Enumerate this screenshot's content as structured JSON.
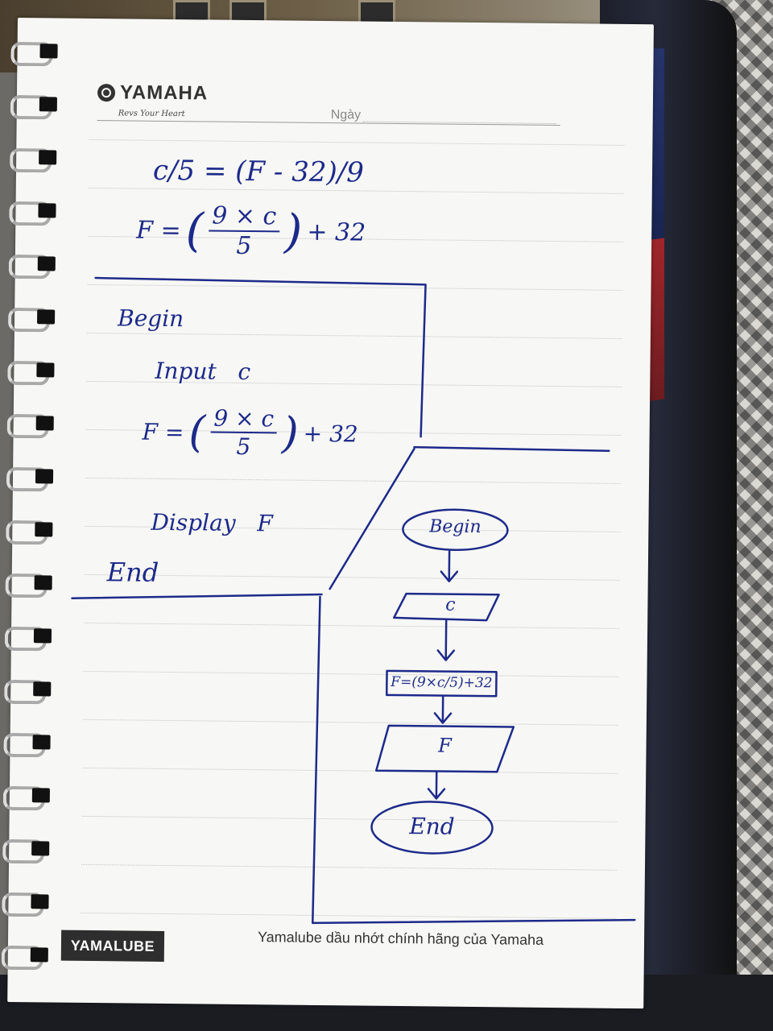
{
  "notebook": {
    "brand": "YAMAHA",
    "tagline": "Revs Your Heart",
    "date_label": "Ngày",
    "footer_brand": "YAMALUBE",
    "footer_text": "Yamalube dầu nhớt chính hãng của Yamaha"
  },
  "formulas": {
    "line1": "c/5 = (F - 32)/9",
    "line2_prefix": "F =",
    "line2_num": "9 × c",
    "line2_den": "5",
    "line2_suffix": "+ 32"
  },
  "pseudocode": {
    "begin": "Begin",
    "input": "Input   c",
    "assign_prefix": "F =",
    "assign_num": "9 × c",
    "assign_den": "5",
    "assign_suffix": "+ 32",
    "display": "Display   F",
    "end": "End"
  },
  "flowchart": {
    "start": "Begin",
    "input": "c",
    "process": "F=(9×c/5)+32",
    "output": "F",
    "stop": "End"
  },
  "colors": {
    "ink": "#1d2a8a",
    "paper": "#f7f7f5"
  }
}
